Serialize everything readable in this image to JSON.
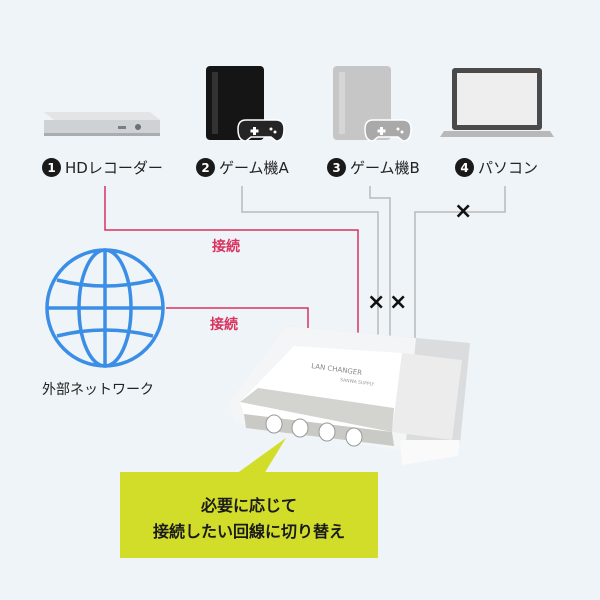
{
  "devices": [
    {
      "num": "1",
      "name": "HDレコーダー"
    },
    {
      "num": "2",
      "name": "ゲーム機A"
    },
    {
      "num": "3",
      "name": "ゲーム機B"
    },
    {
      "num": "4",
      "name": "パソコン"
    }
  ],
  "connection_label_1": "接続",
  "connection_label_2": "接続",
  "external_network": "外部ネットワーク",
  "blocked_mark": "×",
  "box": {
    "title": "LAN CHANGER",
    "brand": "SANWA SUPPLY"
  },
  "callout": {
    "line1": "必要に応じて",
    "line2": "接続したい回線に切り替え"
  },
  "colors": {
    "active_line": "#d8325e",
    "inactive_line": "#b9b9b9",
    "globe": "#3b8ee6",
    "callout_bg": "#d2dd2a"
  },
  "icons": [
    "hd-recorder-icon",
    "game-console-icon",
    "game-controller-icon",
    "laptop-icon",
    "globe-icon"
  ]
}
